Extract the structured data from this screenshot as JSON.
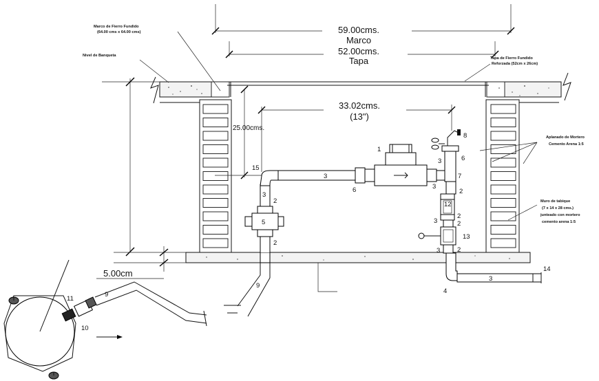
{
  "dimensions": {
    "marco_value": "59.00cms.",
    "marco_label": "Marco",
    "tapa_value": "52.00cms.",
    "tapa_label": "Tapa",
    "inner_value": "33.02cms.",
    "inner_inches": "(13\")",
    "depth": "25.00cms.",
    "base": "5.00cm"
  },
  "notes": {
    "marco_line1": "Marco de Fierro Fundido",
    "marco_line2": "(64.00 cms x 64.00 cms)",
    "nivel": "Nivel de Banqueta",
    "tapa_line1": "Tapa de Fierro Fundido",
    "tapa_line2": "Reforzada (52cm x 26cm)",
    "aplanado_line1": "Aplanado de Mortero",
    "aplanado_line2": "Cemento Arena 1:5",
    "muro_line1": "Muro de tabique",
    "muro_line2": "(7 x 14 x 28 cms.)",
    "muro_line3": "junteado con mortero",
    "muro_line4": "cemento arena 1:5"
  },
  "parts": {
    "p1": "1",
    "p2": "2",
    "p3": "3",
    "p4": "4",
    "p5": "5",
    "p6": "6",
    "p7": "7",
    "p8": "8",
    "p9": "9",
    "p10": "10",
    "p11": "11",
    "p12": "12",
    "p13": "13",
    "p14": "14",
    "p15": "15"
  }
}
